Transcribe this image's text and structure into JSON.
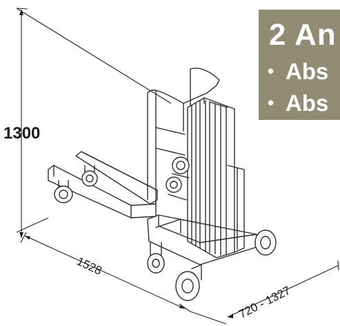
{
  "dimensions": {
    "height": "1300",
    "length": "1528",
    "width": "720 - 1327"
  },
  "info_box": {
    "title": "2 An",
    "items": [
      "Abs",
      "Abs"
    ],
    "bullet": "•",
    "background_color": "#908c74"
  }
}
